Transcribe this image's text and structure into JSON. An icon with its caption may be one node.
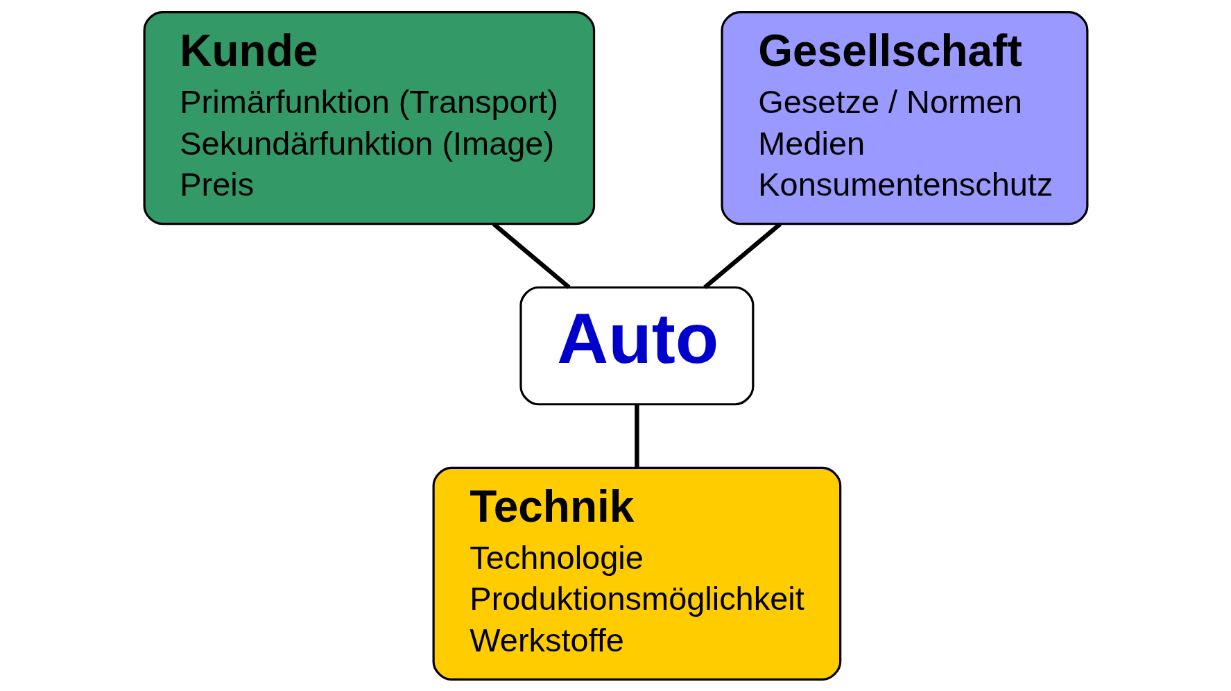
{
  "diagram": {
    "nodes": [
      {
        "text": [
          "Kunde",
          "Primärfunktion (Transport)",
          "Sekundärfunktion (Image)",
          "Preis"
        ]
      },
      {
        "text": [
          "Gesellschaft",
          "Gesetze / Normen",
          "Medien",
          "Konsumentenschutz"
        ]
      },
      {
        "text": [
          "Auto"
        ]
      },
      {
        "text": [
          "Technik",
          "Technologie",
          "Produktionsmöglichkeit",
          "Werkstoffe"
        ]
      }
    ],
    "edges": [
      {
        "from": 0,
        "to": 2,
        "arrow": "none"
      },
      {
        "from": 1,
        "to": 2,
        "arrow": "none"
      },
      {
        "from": 2,
        "to": 3,
        "arrow": "none"
      }
    ]
  }
}
